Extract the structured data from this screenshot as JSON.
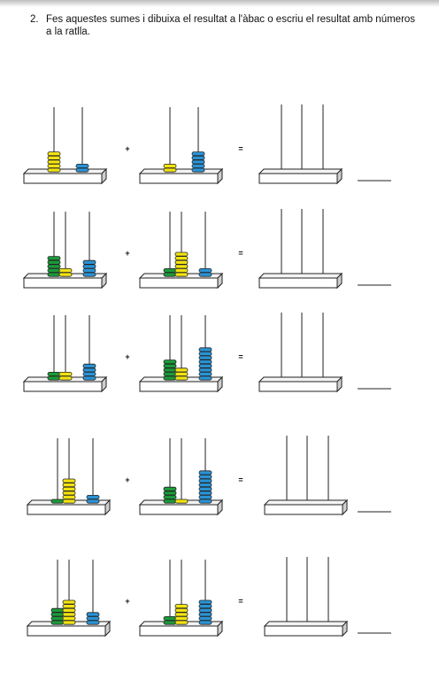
{
  "exercise": {
    "number": "2.",
    "instruction": "Fes aquestes sumes i dibuixa el resultat a l'àbac o escriu el resultat amb números a la ratlla."
  },
  "symbols": {
    "plus": "+",
    "equals": "="
  },
  "colors": {
    "hundreds": "#1c9a3a",
    "tens": "#f2e312",
    "units": "#2a93d5",
    "outline": "#222222"
  },
  "rows": [
    {
      "left": [
        null,
        5,
        2
      ],
      "right": [
        null,
        2,
        5
      ]
    },
    {
      "left": [
        5,
        2,
        4
      ],
      "right": [
        2,
        6,
        2
      ]
    },
    {
      "left": [
        2,
        2,
        4
      ],
      "right": [
        5,
        3,
        8
      ]
    },
    {
      "left": [
        1,
        6,
        2
      ],
      "right": [
        4,
        1,
        8
      ]
    },
    {
      "left": [
        4,
        6,
        3
      ],
      "right": [
        2,
        5,
        6
      ]
    }
  ]
}
